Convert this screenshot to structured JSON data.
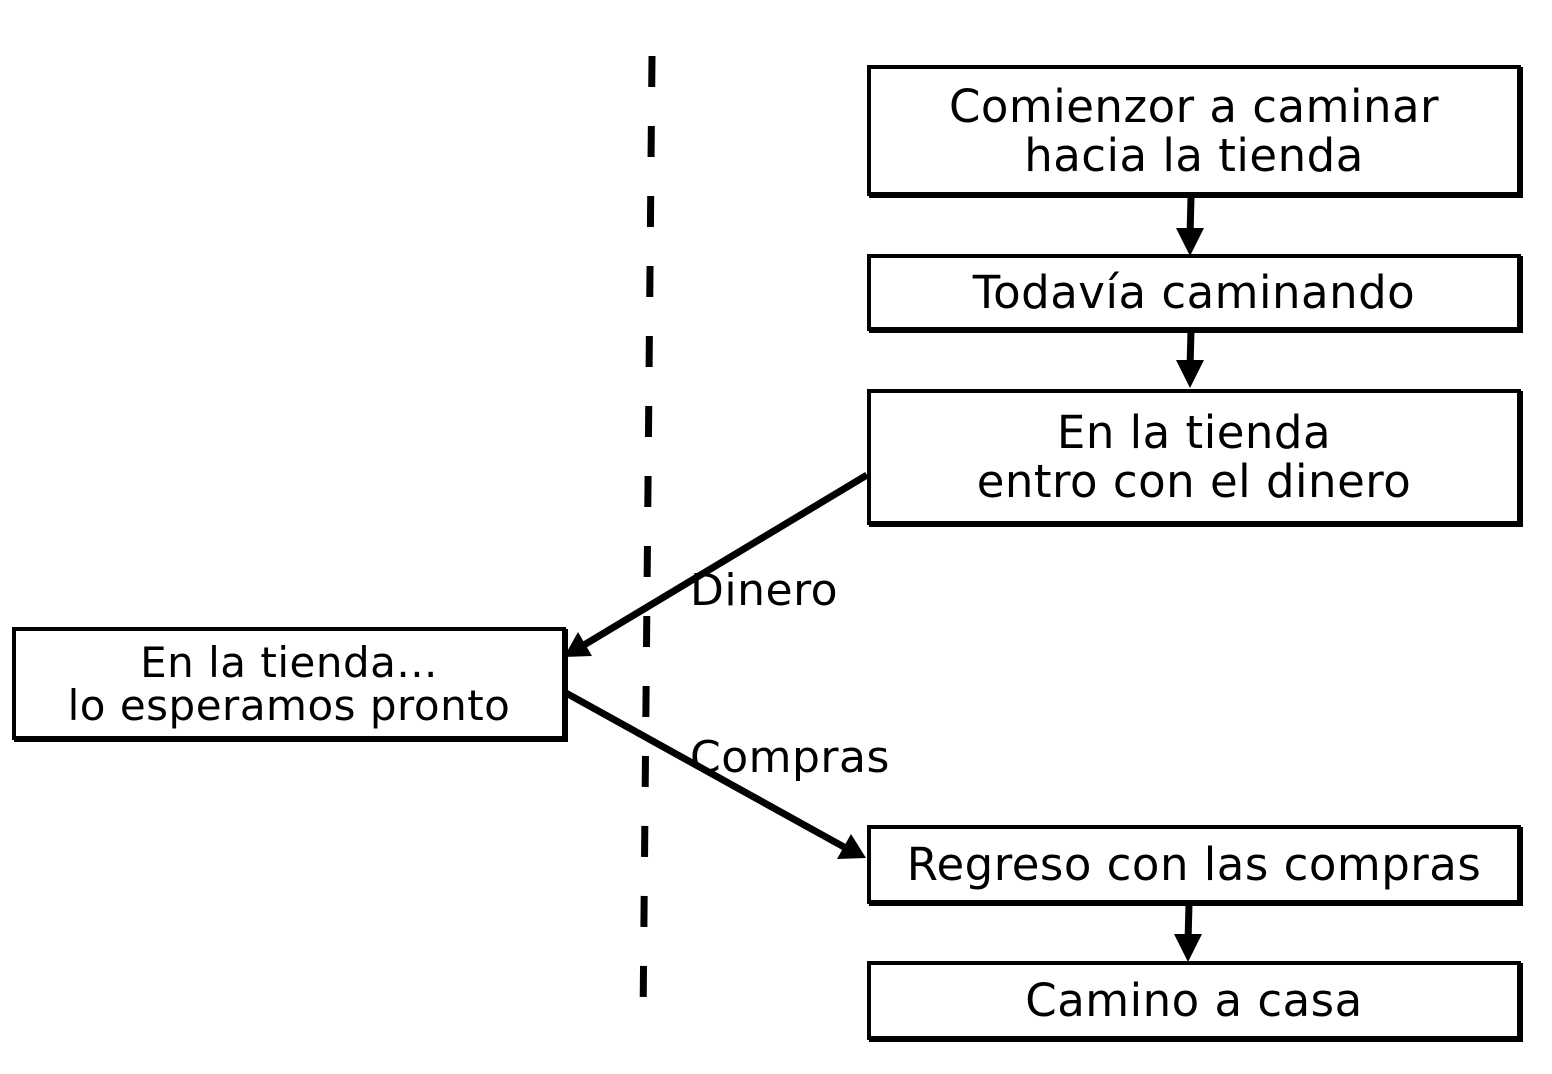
{
  "diagram": {
    "nodes": [
      {
        "id": "start",
        "lines": [
          "Comienzor a caminar",
          "hacia la tienda"
        ]
      },
      {
        "id": "walking",
        "lines": [
          "Todavía caminando"
        ]
      },
      {
        "id": "store-in",
        "lines": [
          "En la tienda",
          "entro con el dinero"
        ]
      },
      {
        "id": "store-wait",
        "lines": [
          "En la tienda...",
          "lo esperamos pronto"
        ]
      },
      {
        "id": "return",
        "lines": [
          "Regreso con las compras"
        ]
      },
      {
        "id": "home",
        "lines": [
          "Camino a casa"
        ]
      }
    ],
    "edge_labels": {
      "money": "Dinero",
      "purchases": "Compras"
    },
    "colors": {
      "stroke": "#000000",
      "background": "#ffffff"
    }
  }
}
